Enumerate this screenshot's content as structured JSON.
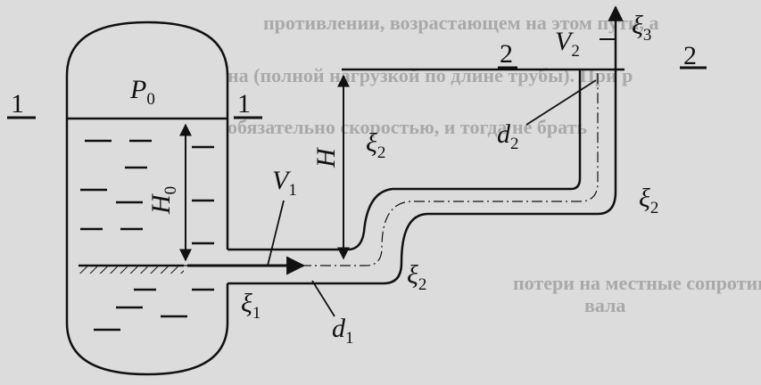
{
  "background_text": {
    "line1": "противлении, возрастающем на этом пути, а",
    "line2": "на (полной нагрузкой по длине трубы). При р",
    "line3": "обязательно скоростью, и тогда не брать",
    "line4": "потери на местные сопротивления при",
    "line5": "вала"
  },
  "labels": {
    "section_left_1": "1",
    "section_right_1": "1",
    "section_left_2": "2",
    "section_right_2": "2",
    "P0_main": "P",
    "P0_sub": "0",
    "H0_main": "H",
    "H0_sub": "0",
    "H": "H",
    "V1_main": "V",
    "V1_sub": "1",
    "V2_main": "V",
    "V2_sub": "2",
    "d1_main": "d",
    "d1_sub": "1",
    "d2_main": "d",
    "d2_sub": "2",
    "xi1_main": "ξ",
    "xi1_sub": "1",
    "xi2a_main": "ξ",
    "xi2a_sub": "2",
    "xi2b_main": "ξ",
    "xi2b_sub": "2",
    "xi2c_main": "ξ",
    "xi2c_sub": "2",
    "xi3_main": "ξ",
    "xi3_sub": "3"
  }
}
